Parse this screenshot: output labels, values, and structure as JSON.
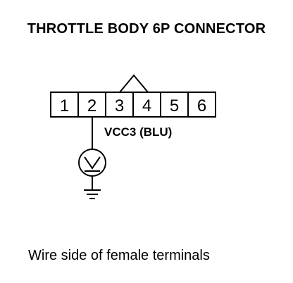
{
  "title": "THROTTLE BODY 6P CONNECTOR",
  "connector": {
    "terminals": [
      "1",
      "2",
      "3",
      "4",
      "5",
      "6"
    ],
    "probed_terminal": "2",
    "wire_label": "VCC3 (BLU)"
  },
  "meter": {
    "symbol": "V",
    "icon": "voltmeter-icon"
  },
  "ground": {
    "icon": "ground-icon"
  },
  "caption": "Wire side of female terminals",
  "colors": {
    "ink": "#000000",
    "background": "#ffffff"
  }
}
